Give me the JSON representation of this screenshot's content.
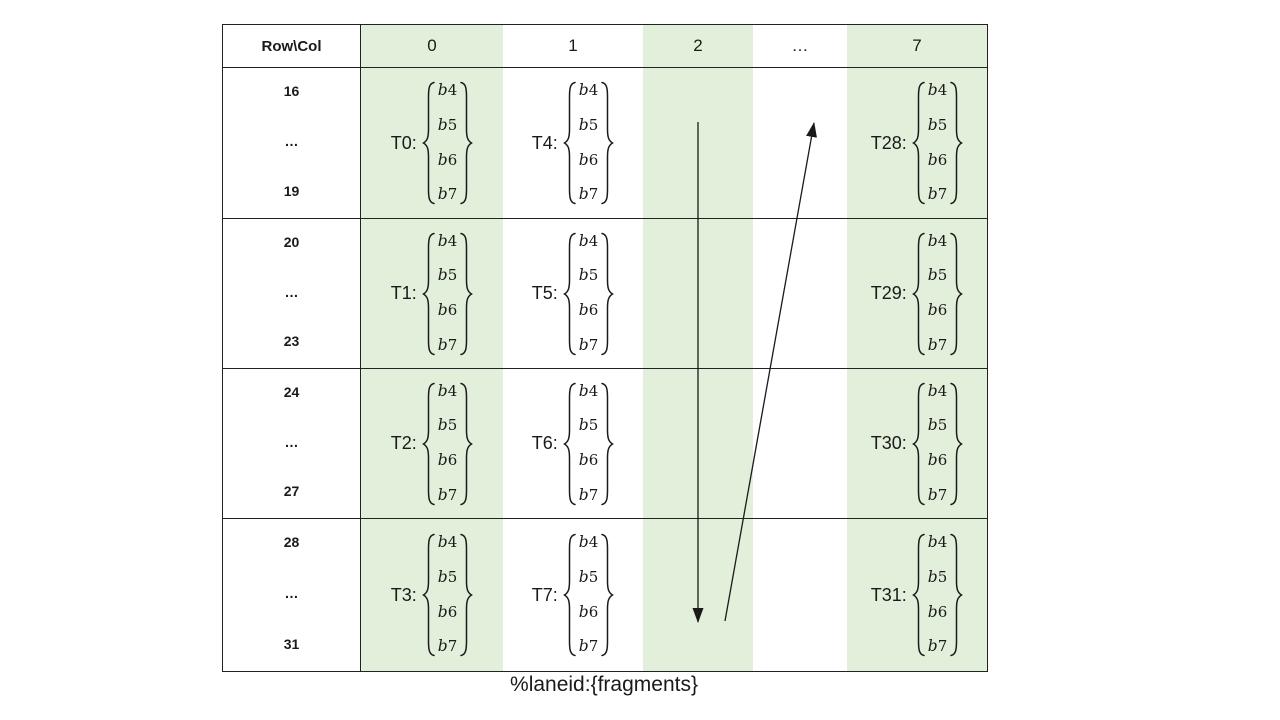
{
  "diagram": {
    "header": {
      "row_col": "Row\\Col",
      "columns": [
        "0",
        "1",
        "2",
        "…",
        "7"
      ]
    },
    "rows": [
      {
        "row_start": "16",
        "row_dots": "…",
        "row_end": "19",
        "threads": {
          "col0": "T0:",
          "col1": "T4:",
          "col7": "T28:"
        }
      },
      {
        "row_start": "20",
        "row_dots": "…",
        "row_end": "23",
        "threads": {
          "col0": "T1:",
          "col1": "T5:",
          "col7": "T29:"
        }
      },
      {
        "row_start": "24",
        "row_dots": "…",
        "row_end": "27",
        "threads": {
          "col0": "T2:",
          "col1": "T6:",
          "col7": "T30:"
        }
      },
      {
        "row_start": "28",
        "row_dots": "…",
        "row_end": "31",
        "threads": {
          "col0": "T3:",
          "col1": "T7:",
          "col7": "T31:"
        }
      }
    ],
    "fragments": [
      {
        "letter": "b",
        "digit": "4"
      },
      {
        "letter": "b",
        "digit": "5"
      },
      {
        "letter": "b",
        "digit": "6"
      },
      {
        "letter": "b",
        "digit": "7"
      }
    ],
    "caption": "%laneid:{fragments}",
    "colors": {
      "highlight_green": "#e2efda",
      "grid_line": "#222222",
      "text": "#1a1a1a"
    }
  }
}
